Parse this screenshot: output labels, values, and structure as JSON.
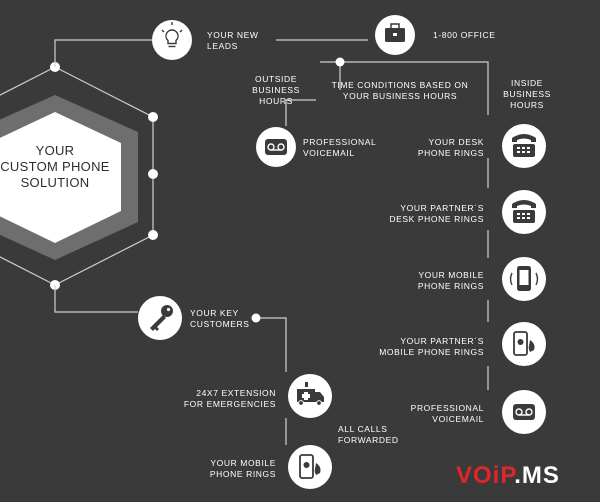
{
  "hub": {
    "title": "YOUR\nCUSTOM PHONE\nSOLUTION"
  },
  "nodes": {
    "new_leads": "YOUR NEW\nLEADS",
    "office": "1-800 OFFICE",
    "outside": "OUTSIDE\nBUSINESS\nHOURS",
    "time_conditions": "TIME CONDITIONS BASED ON\nYOUR BUSINESS HOURS",
    "inside": "INSIDE\nBUSINESS\nHOURS",
    "pro_voicemail_1": "PROFESSIONAL\nVOICEMAIL",
    "desk_phone": "YOUR DESK\nPHONE RINGS",
    "partner_desk": "YOUR PARTNER´S\nDESK PHONE RINGS",
    "mobile_phone": "YOUR MOBILE\nPHONE RINGS",
    "partner_mobile": "YOUR PARTNER´S\nMOBILE PHONE RINGS",
    "pro_voicemail_2": "PROFESSIONAL\nVOICEMAIL",
    "key_customers": "YOUR KEY\nCUSTOMERS",
    "extension": "24x7 EXTENSION\nFOR EMERGENCIES",
    "all_calls": "ALL CALLS\nFORWARDED",
    "mobile_phone_2": "YOUR MOBILE\nPHONE RINGS"
  },
  "logo": {
    "part1": "VOiP",
    "part2": ".MS"
  },
  "colors": {
    "background": "#3a3a3a",
    "line": "#cfcfcf",
    "circle": "#ffffff",
    "icon": "#3a3a3a",
    "hex_outer": "#6e6e6e",
    "hex_inner": "#ffffff",
    "accent": "#e0262b"
  },
  "icons": {
    "new_leads": "lightbulb-icon",
    "office": "briefcase-icon",
    "voicemail": "voicemail-icon",
    "desk_phone": "desk-phone-icon",
    "partner_desk": "desk-phone-icon",
    "mobile_phone": "mobile-phone-icon",
    "partner_mobile": "mobile-ringing-icon",
    "key_customers": "key-icon",
    "extension": "ambulance-icon",
    "mobile_phone_2": "mobile-ringing-icon"
  }
}
